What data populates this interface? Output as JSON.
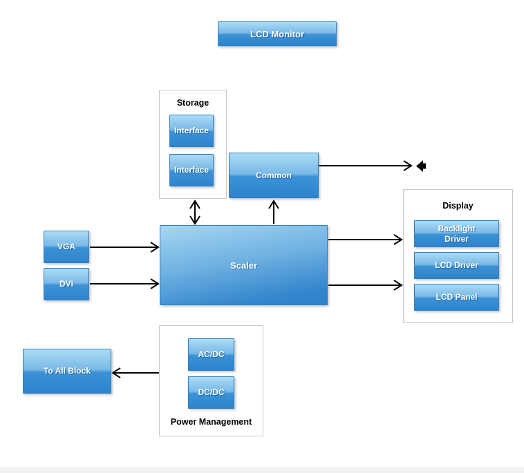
{
  "diagram": {
    "title_block": "LCD Monitor",
    "blocks": {
      "common": "Common",
      "scaler": "Scaler",
      "vga": "VGA",
      "dvi": "DVI",
      "to_all_block": "To All Block"
    },
    "groups": {
      "storage": {
        "title": "Storage",
        "items": [
          "Interface",
          "Interface"
        ]
      },
      "display": {
        "title": "Display",
        "items": [
          "Backlight Driver",
          "LCD Driver",
          "LCD Panel"
        ]
      },
      "power": {
        "title": "Power Management",
        "items": [
          "AC/DC",
          "DC/DC"
        ]
      }
    },
    "icons": {
      "audio_out": "speaker-icon"
    },
    "colors": {
      "box_gradient_top": "#aadcf6",
      "box_gradient_upper_mid": "#7ab9e6",
      "box_gradient_lower_mid": "#3c92d5",
      "box_gradient_bottom": "#2d84cd",
      "box_border": "#2f7fc1",
      "group_border": "#c9c9c9",
      "arrow": "#000000",
      "label_text": "#ffffff",
      "title_text": "#000000",
      "footer_band": "#f1f1f1"
    }
  }
}
